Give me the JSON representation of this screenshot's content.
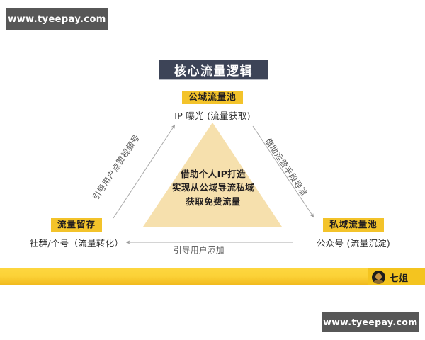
{
  "watermarks": {
    "top": "www.tyeepay.com",
    "bottom": "www.tyeepay.com"
  },
  "title": {
    "text": "核心流量逻辑"
  },
  "diagram": {
    "center": {
      "line1": "借助个人IP打造",
      "line2": "实现从公域导流私域",
      "line3": "获取免费流量"
    },
    "nodes": [
      {
        "id": "public-traffic-pool",
        "tag": "公域流量池",
        "sub": "IP 曝光 (流量获取)"
      },
      {
        "id": "traffic-retention",
        "tag": "流量留存",
        "sub": "社群/个号（流量转化）"
      },
      {
        "id": "private-traffic-pool",
        "tag": "私域流量池",
        "sub": "公众号 (流量沉淀)"
      }
    ],
    "edges": [
      {
        "id": "left-edge",
        "label": "引导用户点赞视频号"
      },
      {
        "id": "right-edge",
        "label": "借助运营手段导流"
      },
      {
        "id": "bottom-edge",
        "label": "引导用户添加"
      }
    ]
  },
  "footer": {
    "author": "七姐"
  },
  "colors": {
    "accent_yellow": "#f3c32a",
    "triangle_fill": "#f6e0ad",
    "title_bg": "#3d4457",
    "watermark_bg": "#575757",
    "footer_bar": "#fcd237"
  }
}
